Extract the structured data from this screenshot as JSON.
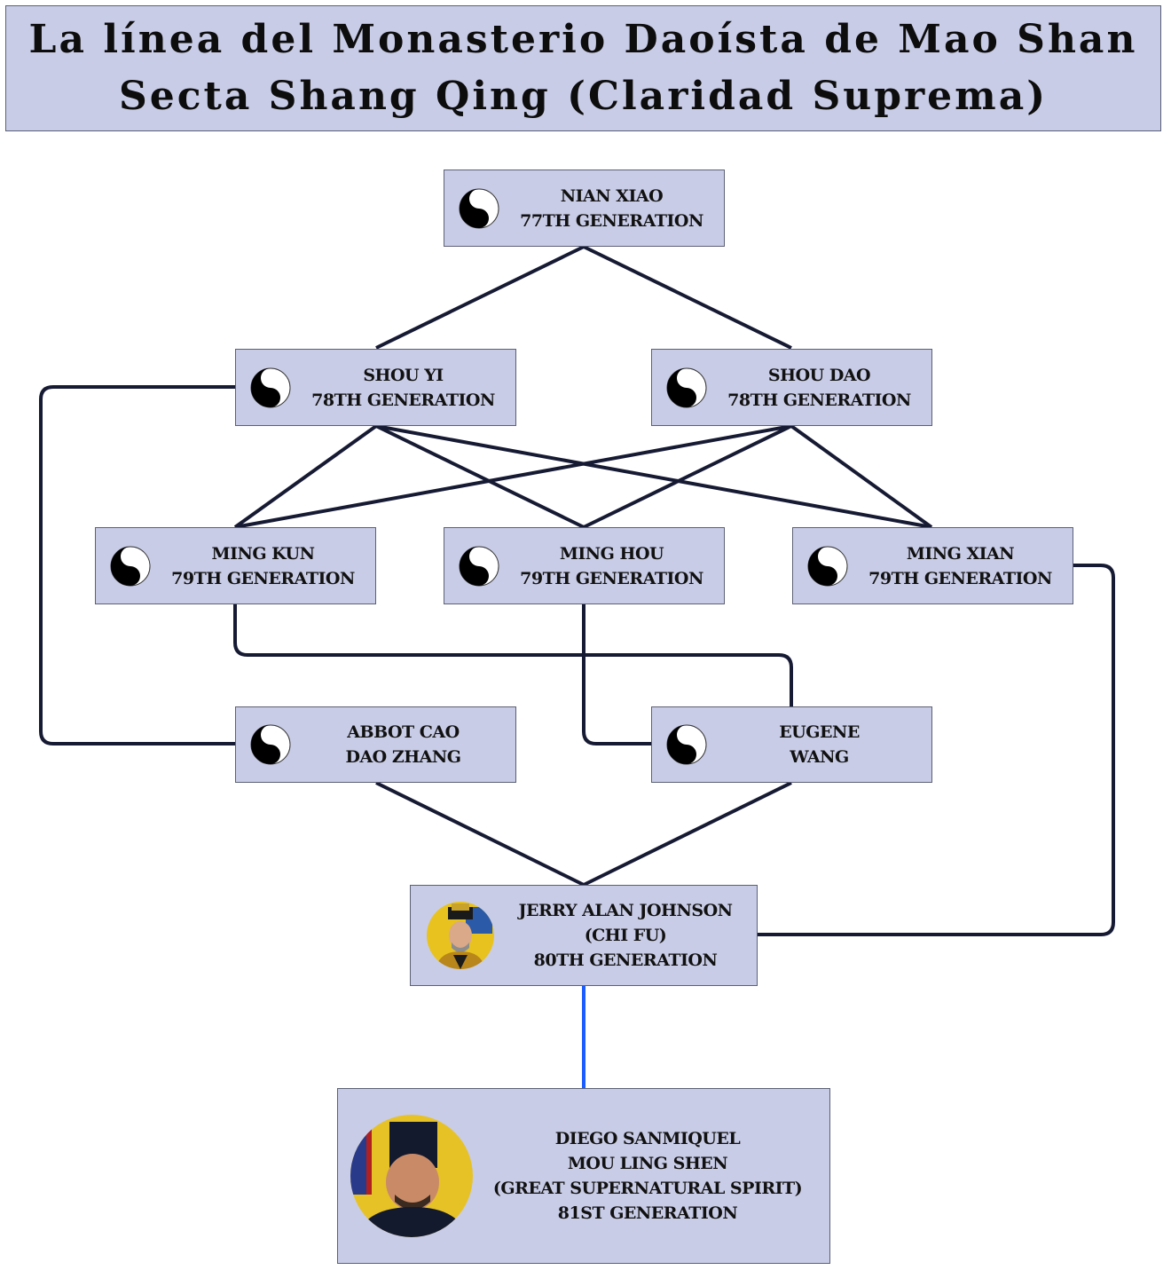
{
  "title": {
    "line1": "La línea del Monasterio Daoísta de Mao Shan",
    "line2": "Secta Shang Qing (Claridad Suprema)"
  },
  "colors": {
    "node_fill": "#c8cce6",
    "node_border": "#5c6075",
    "connector": "#161a33",
    "highlight_connector": "#1a5cff"
  },
  "nodes": [
    {
      "id": "nian-xiao",
      "icon": "yin-yang-icon",
      "lines": [
        "NIAN XIAO",
        "77TH GENERATION"
      ]
    },
    {
      "id": "shou-yi",
      "icon": "yin-yang-icon",
      "lines": [
        "SHOU YI",
        "78TH GENERATION"
      ]
    },
    {
      "id": "shou-dao",
      "icon": "yin-yang-icon",
      "lines": [
        "SHOU DAO",
        "78TH GENERATION"
      ]
    },
    {
      "id": "ming-kun",
      "icon": "yin-yang-icon",
      "lines": [
        "MING KUN",
        "79TH GENERATION"
      ]
    },
    {
      "id": "ming-hou",
      "icon": "yin-yang-icon",
      "lines": [
        "MING HOU",
        "79TH GENERATION"
      ]
    },
    {
      "id": "ming-xian",
      "icon": "yin-yang-icon",
      "lines": [
        "MING XIAN",
        "79TH GENERATION"
      ]
    },
    {
      "id": "abbot-cao",
      "icon": "yin-yang-icon",
      "lines": [
        "ABBOT CAO",
        "DAO ZHANG"
      ]
    },
    {
      "id": "eugene-wang",
      "icon": "yin-yang-icon",
      "lines": [
        "EUGENE",
        "WANG"
      ]
    },
    {
      "id": "jerry-alan-johnson",
      "icon": "portrait-photo",
      "lines": [
        "JERRY ALAN JOHNSON",
        "(CHI FU)",
        "80TH GENERATION"
      ]
    },
    {
      "id": "diego-sanmiquel",
      "icon": "portrait-photo",
      "lines": [
        "DIEGO SANMIQUEL",
        "MOU LING SHEN",
        "(GREAT SUPERNATURAL SPIRIT)",
        "81ST GENERATION"
      ]
    }
  ],
  "edges": [
    {
      "from": "nian-xiao",
      "to": "shou-yi"
    },
    {
      "from": "nian-xiao",
      "to": "shou-dao"
    },
    {
      "from": "shou-yi",
      "to": "ming-kun"
    },
    {
      "from": "shou-yi",
      "to": "ming-hou"
    },
    {
      "from": "shou-yi",
      "to": "ming-xian"
    },
    {
      "from": "shou-dao",
      "to": "ming-kun"
    },
    {
      "from": "shou-dao",
      "to": "ming-hou"
    },
    {
      "from": "shou-dao",
      "to": "ming-xian"
    },
    {
      "from": "shou-yi",
      "to": "abbot-cao"
    },
    {
      "from": "ming-kun",
      "to": "eugene-wang"
    },
    {
      "from": "ming-hou",
      "to": "eugene-wang"
    },
    {
      "from": "abbot-cao",
      "to": "jerry-alan-johnson"
    },
    {
      "from": "eugene-wang",
      "to": "jerry-alan-johnson"
    },
    {
      "from": "ming-xian",
      "to": "jerry-alan-johnson"
    },
    {
      "from": "jerry-alan-johnson",
      "to": "diego-sanmiquel",
      "highlight": true
    }
  ]
}
